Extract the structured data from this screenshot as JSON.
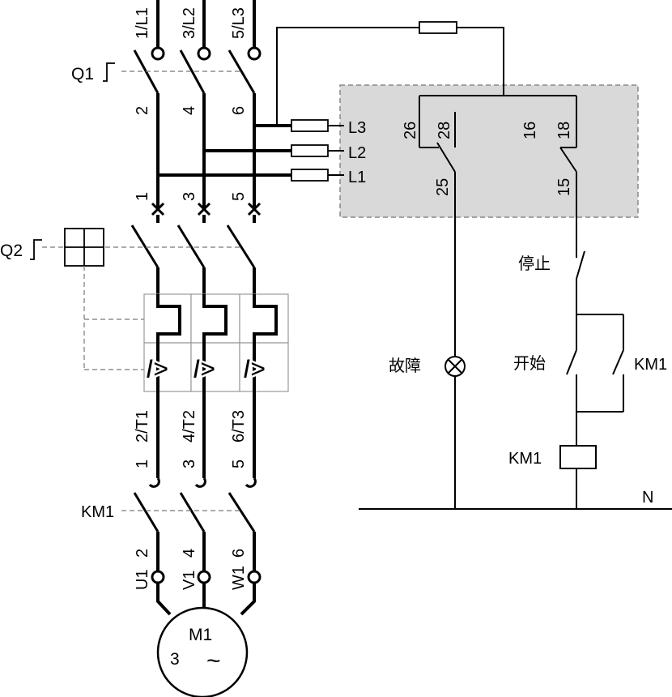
{
  "power": {
    "terminals_top": [
      "1/L1",
      "3/L2",
      "5/L3"
    ],
    "q1_label": "Q1",
    "q1_bottom": [
      "2",
      "4",
      "6"
    ],
    "breaker_bottom": [
      "1",
      "3",
      "5"
    ],
    "q2_label": "Q2",
    "q2_out": [
      "2/T1",
      "4/T2",
      "6/T3"
    ],
    "km1_top": [
      "1",
      "3",
      "5"
    ],
    "km1_label": "KM1",
    "km1_bottom": [
      "2",
      "4",
      "6"
    ],
    "motor_terms": [
      "U1",
      "V1",
      "W1"
    ],
    "motor_name": "M1",
    "motor_phase": "3",
    "motor_ac": "~",
    "overcurrent_symbol": "I>"
  },
  "aux_block": {
    "lines": [
      "L3",
      "L2",
      "L1"
    ],
    "contacts_left": [
      "26",
      "28",
      "25"
    ],
    "contacts_right": [
      "16",
      "18",
      "15"
    ]
  },
  "control": {
    "stop_label": "停止",
    "start_label": "开始",
    "holding_label": "KM1",
    "coil_label": "KM1",
    "fault_label": "故障",
    "neutral_label": "N"
  },
  "colors": {
    "line": "#000000",
    "aux_fill": "#d9d9d9",
    "aux_border": "#888888",
    "dash": "#777777"
  }
}
